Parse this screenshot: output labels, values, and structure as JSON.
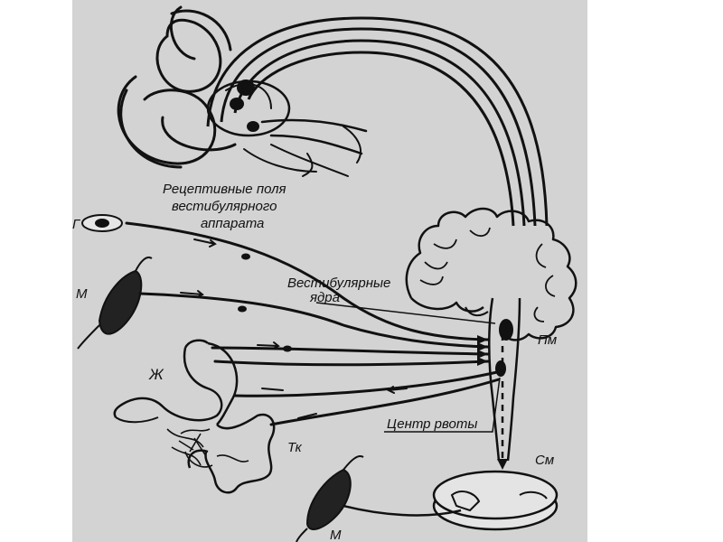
{
  "labels": {
    "receptive_fields_line1": "Рецептивные поля",
    "receptive_fields_line2": "вестибулярного",
    "receptive_fields_line3": "аппарата",
    "vestibular_nuclei_line1": "Вестибулярные",
    "vestibular_nuclei_line2": "ядра",
    "medulla": "Пм",
    "stomach": "Ж",
    "muscle_top": "М",
    "muscle_bottom": "М",
    "eye": "Г",
    "small_intestine": "Тк",
    "vomiting_center": "Центр рвоты",
    "spinal_cord": "См"
  },
  "colors": {
    "background": "#ffffff",
    "figure_bg": "#d3d3d3",
    "ink": "#111111"
  }
}
